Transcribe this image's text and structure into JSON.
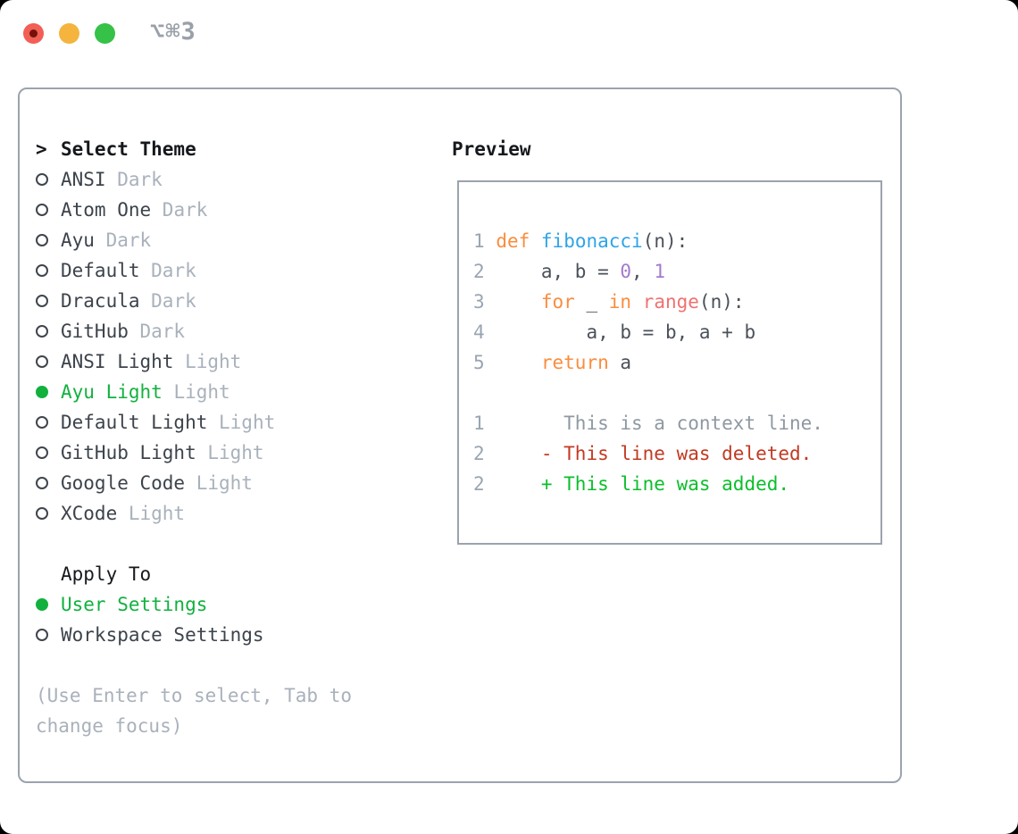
{
  "window": {
    "title": "⌥⌘3"
  },
  "colors": {
    "accent_green": "#12b13e",
    "added_green": "#0cbe2c",
    "deleted_red": "#c23a22",
    "keyword_orange": "#fa8d3e",
    "function_blue": "#2fa4e7",
    "number_purple": "#a37acc",
    "builtin_coral": "#f07171",
    "code_text": "#4b5159",
    "line_number_gray": "#9aa5b1",
    "context_gray": "#8f98a1",
    "border_gray": "#9ba3ad",
    "text_dark": "#3d434b",
    "muted_gray": "#a9b1bb"
  },
  "theme_panel": {
    "header_prefix": ">",
    "header": "Select Theme",
    "themes": [
      {
        "name": "ANSI",
        "variant": "Dark",
        "selected": false
      },
      {
        "name": "Atom One",
        "variant": "Dark",
        "selected": false
      },
      {
        "name": "Ayu",
        "variant": "Dark",
        "selected": false
      },
      {
        "name": "Default",
        "variant": "Dark",
        "selected": false
      },
      {
        "name": "Dracula",
        "variant": "Dark",
        "selected": false
      },
      {
        "name": "GitHub",
        "variant": "Dark",
        "selected": false
      },
      {
        "name": "ANSI Light",
        "variant": "Light",
        "selected": false
      },
      {
        "name": "Ayu Light",
        "variant": "Light",
        "selected": true
      },
      {
        "name": "Default Light",
        "variant": "Light",
        "selected": false
      },
      {
        "name": "GitHub Light",
        "variant": "Light",
        "selected": false
      },
      {
        "name": "Google Code",
        "variant": "Light",
        "selected": false
      },
      {
        "name": "XCode",
        "variant": "Light",
        "selected": false
      }
    ],
    "apply_to": {
      "header": "Apply To",
      "options": [
        {
          "label": "User Settings",
          "selected": true
        },
        {
          "label": "Workspace Settings",
          "selected": false
        }
      ]
    },
    "hint_lines": [
      "(Use Enter to select, Tab to",
      "change focus)"
    ]
  },
  "preview": {
    "title": "Preview",
    "lines": [
      {
        "n": "1",
        "segs": [
          {
            "t": " ",
            "c": "pl"
          },
          {
            "t": "def",
            "c": "kw"
          },
          {
            "t": " ",
            "c": "pl"
          },
          {
            "t": "fibonacci",
            "c": "fn"
          },
          {
            "t": "(n):",
            "c": "pl"
          }
        ]
      },
      {
        "n": "2",
        "segs": [
          {
            "t": "     a, b = ",
            "c": "pl"
          },
          {
            "t": "0",
            "c": "num"
          },
          {
            "t": ", ",
            "c": "pl"
          },
          {
            "t": "1",
            "c": "num"
          }
        ]
      },
      {
        "n": "3",
        "segs": [
          {
            "t": "     ",
            "c": "pl"
          },
          {
            "t": "for",
            "c": "kw"
          },
          {
            "t": " _ ",
            "c": "pl"
          },
          {
            "t": "in",
            "c": "kw"
          },
          {
            "t": " ",
            "c": "pl"
          },
          {
            "t": "range",
            "c": "call"
          },
          {
            "t": "(n):",
            "c": "pl"
          }
        ]
      },
      {
        "n": "4",
        "segs": [
          {
            "t": "         a, b = b, a + b",
            "c": "pl"
          }
        ]
      },
      {
        "n": "5",
        "segs": [
          {
            "t": "     ",
            "c": "pl"
          },
          {
            "t": "return",
            "c": "kw"
          },
          {
            "t": " a",
            "c": "pl"
          }
        ]
      },
      {
        "n": "",
        "segs": []
      },
      {
        "n": "1",
        "segs": [
          {
            "t": "       This is a context line.",
            "c": "ctx"
          }
        ]
      },
      {
        "n": "2",
        "segs": [
          {
            "t": "     ",
            "c": "pl"
          },
          {
            "t": "- This line was deleted.",
            "c": "del"
          }
        ]
      },
      {
        "n": "2",
        "segs": [
          {
            "t": "     ",
            "c": "pl"
          },
          {
            "t": "+ This line was added.",
            "c": "add"
          }
        ]
      }
    ]
  }
}
